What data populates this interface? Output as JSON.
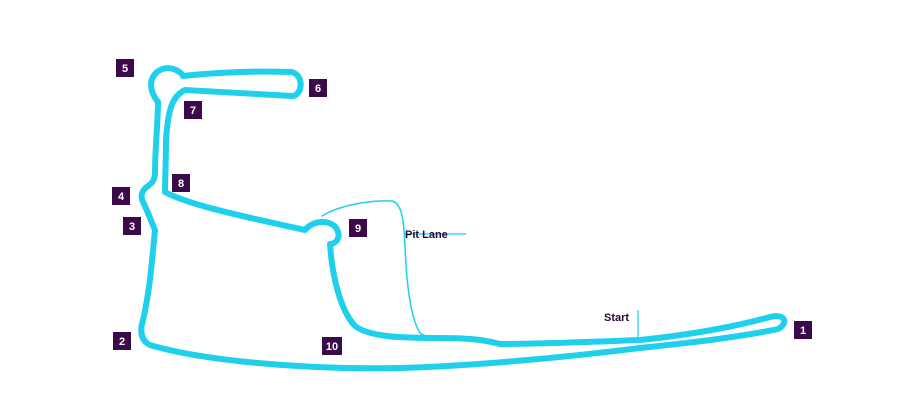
{
  "colors": {
    "track": "#1fd0ec",
    "corner_marker": "#3b0a4a",
    "corner_text": "#ffffff",
    "label_text": "#2a0838"
  },
  "labels": {
    "pit_lane": "Pit Lane",
    "start": "Start"
  },
  "corners": [
    {
      "id": "1",
      "label": "1"
    },
    {
      "id": "2",
      "label": "2"
    },
    {
      "id": "3",
      "label": "3"
    },
    {
      "id": "4",
      "label": "4"
    },
    {
      "id": "5",
      "label": "5"
    },
    {
      "id": "6",
      "label": "6"
    },
    {
      "id": "7",
      "label": "7"
    },
    {
      "id": "8",
      "label": "8"
    },
    {
      "id": "9",
      "label": "9"
    },
    {
      "id": "10",
      "label": "10"
    }
  ]
}
